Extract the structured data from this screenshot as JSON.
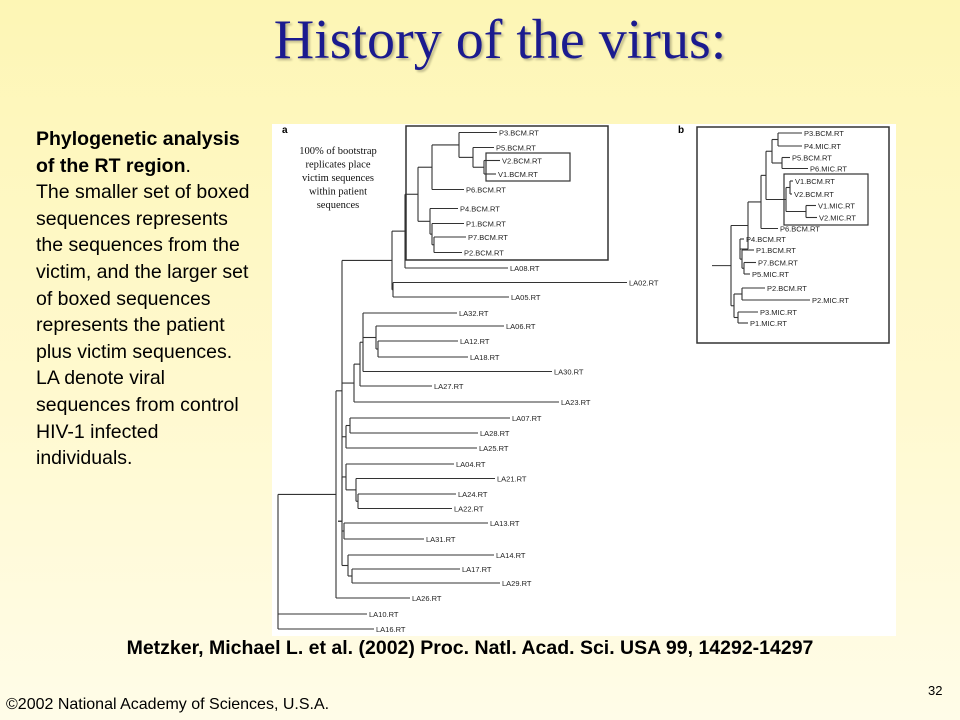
{
  "slide": {
    "title": "History of the virus:",
    "description_bold": "Phylogenetic analysis of the RT region",
    "description_period": ".",
    "description_rest": "The smaller set of boxed sequences represents the sequences from the victim, and the larger set of boxed sequences represents the patient plus victim sequences. LA denote viral sequences from control HIV-1 infected individuals.",
    "citation": "Metzker, Michael L. et al. (2002) Proc. Natl. Acad. Sci. USA 99, 14292-14297",
    "copyright": "©2002 National Academy of Sciences, U.S.A.",
    "page_number": "32"
  },
  "figure": {
    "panel_a_letter": "a",
    "panel_b_letter": "b",
    "annotation_lines": [
      "100% of bootstrap",
      "replicates place",
      "victim sequences",
      "within patient",
      "sequences"
    ],
    "tree_a_leaves": [
      "P3.BCM.RT",
      "P5.BCM.RT",
      "V2.BCM.RT",
      "V1.BCM.RT",
      "P6.BCM.RT",
      "P4.BCM.RT",
      "P1.BCM.RT",
      "P7.BCM.RT",
      "P2.BCM.RT",
      "LA08.RT",
      "LA02.RT",
      "LA05.RT",
      "LA32.RT",
      "LA06.RT",
      "LA12.RT",
      "LA18.RT",
      "LA30.RT",
      "LA27.RT",
      "LA23.RT",
      "LA07.RT",
      "LA28.RT",
      "LA25.RT",
      "LA04.RT",
      "LA21.RT",
      "LA24.RT",
      "LA22.RT",
      "LA13.RT",
      "LA31.RT",
      "LA14.RT",
      "LA17.RT",
      "LA29.RT",
      "LA26.RT",
      "LA10.RT",
      "LA16.RT"
    ],
    "tree_b_leaves": [
      "P3.BCM.RT",
      "P4.MIC.RT",
      "P5.BCM.RT",
      "P6.MIC.RT",
      "V1.BCM.RT",
      "V2.BCM.RT",
      "V1.MIC.RT",
      "V2.MIC.RT",
      "P6.BCM.RT",
      "P4.BCM.RT",
      "P1.BCM.RT",
      "P7.BCM.RT",
      "P5.MIC.RT",
      "P2.BCM.RT",
      "P2.MIC.RT",
      "P3.MIC.RT",
      "P1.MIC.RT"
    ]
  }
}
